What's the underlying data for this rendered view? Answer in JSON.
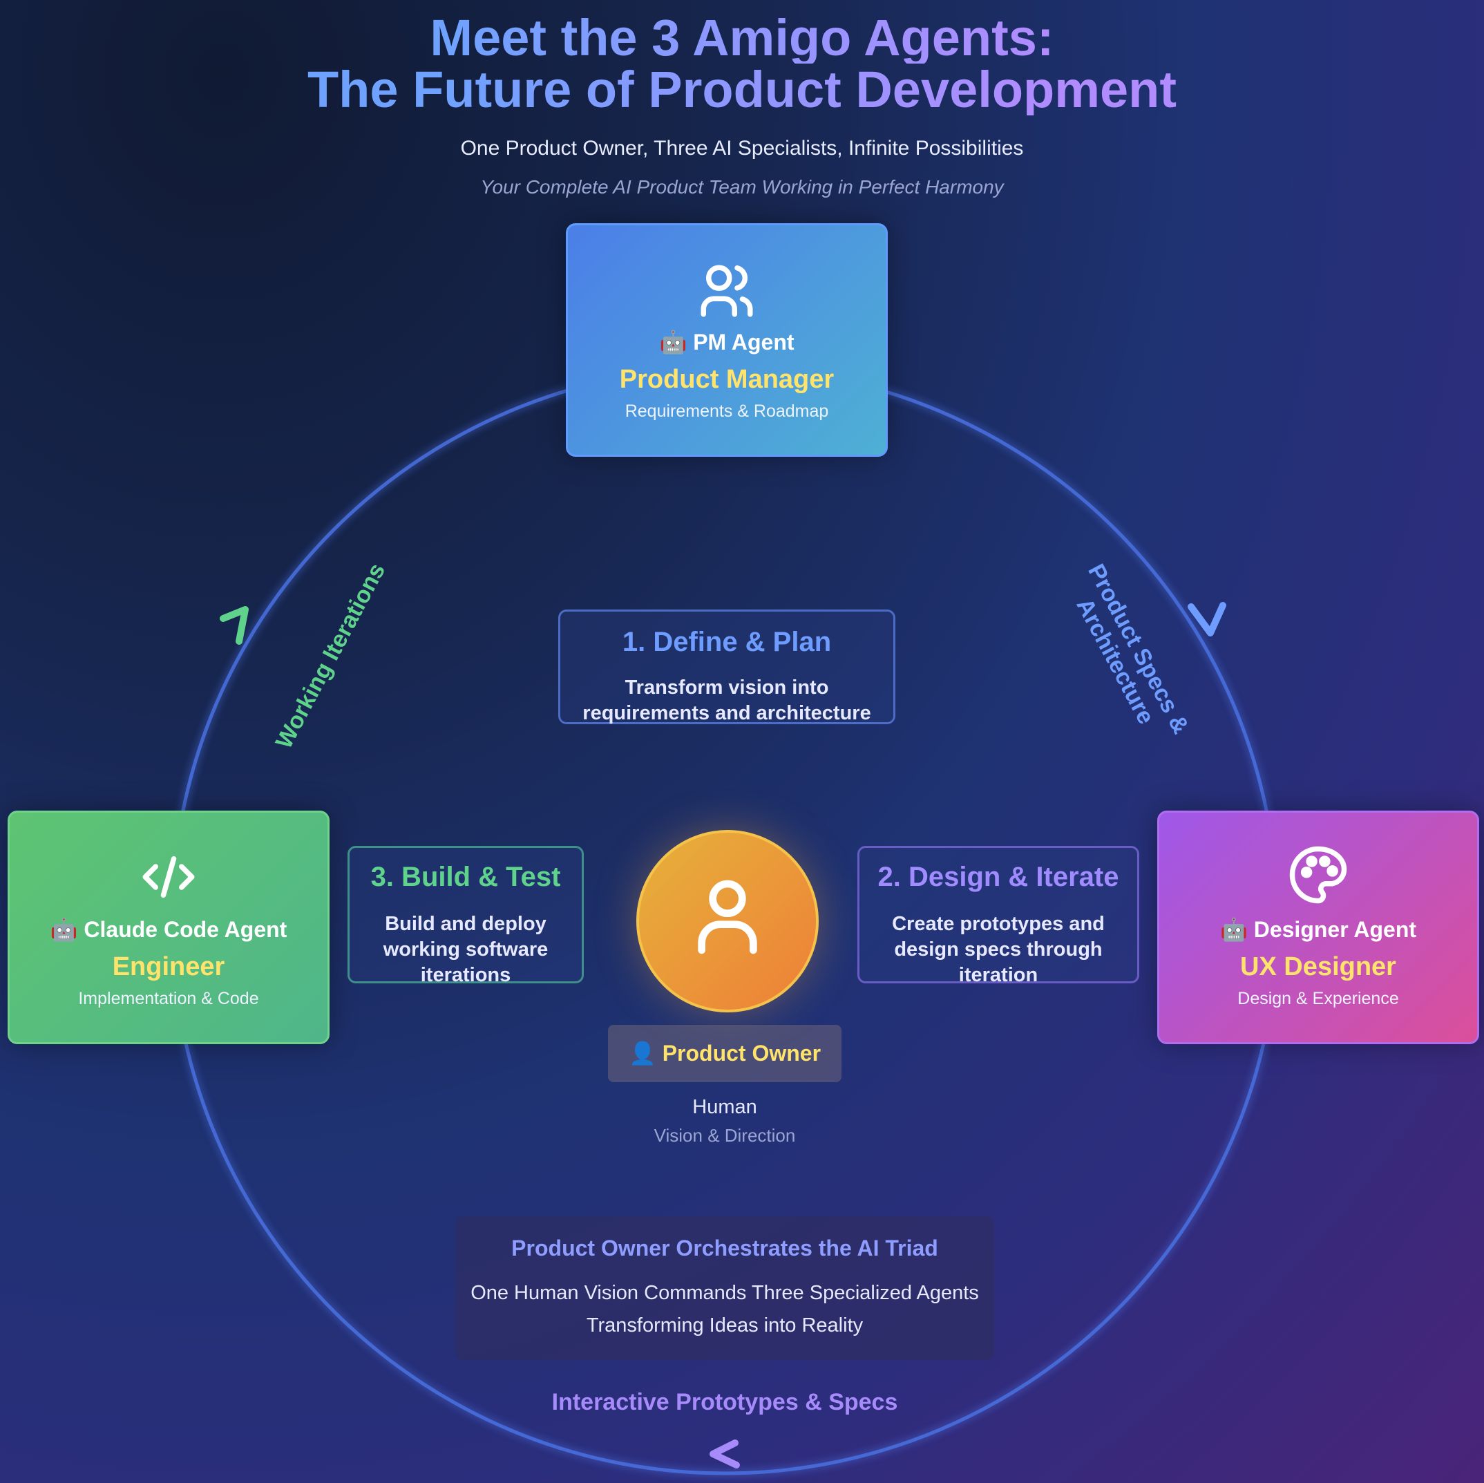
{
  "header": {
    "title_line1": "Meet the 3 Amigo Agents:",
    "title_line2": "The Future of Product Development",
    "subtitle": "One Product Owner, Three AI Specialists, Infinite Possibilities",
    "tagline": "Your Complete AI Product Team Working in Perfect Harmony"
  },
  "agents": {
    "pm": {
      "icon": "users-icon",
      "name": "🤖 PM Agent",
      "role": "Product Manager",
      "desc": "Requirements & Roadmap",
      "color": "#4b7fe8"
    },
    "engineer": {
      "icon": "code-icon",
      "name": "🤖 Claude Code Agent",
      "role": "Engineer",
      "desc": "Implementation & Code",
      "color": "#5ec472"
    },
    "designer": {
      "icon": "palette-icon",
      "name": "🤖 Designer Agent",
      "role": "UX Designer",
      "desc": "Design & Experience",
      "color": "#9f58e8"
    }
  },
  "steps": {
    "define": {
      "title": "1. Define & Plan",
      "desc": "Transform vision into requirements and architecture"
    },
    "design": {
      "title": "2. Design & Iterate",
      "desc": "Create prototypes and design specs through iteration"
    },
    "build": {
      "title": "3. Build & Test",
      "desc": "Build and deploy working software iterations"
    }
  },
  "owner": {
    "icon": "user-icon",
    "badge": "👤 Product Owner",
    "type": "Human",
    "desc": "Vision & Direction",
    "color": "#ee9a38"
  },
  "orchestrate": {
    "title": "Product Owner Orchestrates the AI Triad",
    "line1": "One Human Vision Commands Three Specialized Agents",
    "line2": "Transforming Ideas into Reality"
  },
  "flows": {
    "working": "Working Iterations",
    "specs_line1": "Product Specs &",
    "specs_line2": "Architecture",
    "prototypes": "Interactive Prototypes & Specs"
  }
}
